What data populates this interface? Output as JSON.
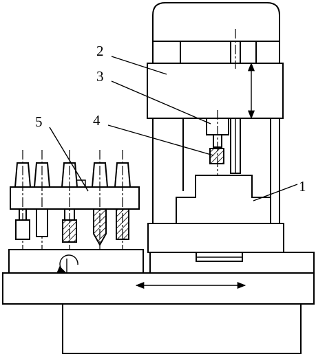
{
  "figure": {
    "labels": [
      {
        "id": "label-1",
        "text": "1"
      },
      {
        "id": "label-2",
        "text": "2"
      },
      {
        "id": "label-3",
        "text": "3"
      },
      {
        "id": "label-4",
        "text": "4"
      },
      {
        "id": "label-5",
        "text": "5"
      }
    ]
  }
}
